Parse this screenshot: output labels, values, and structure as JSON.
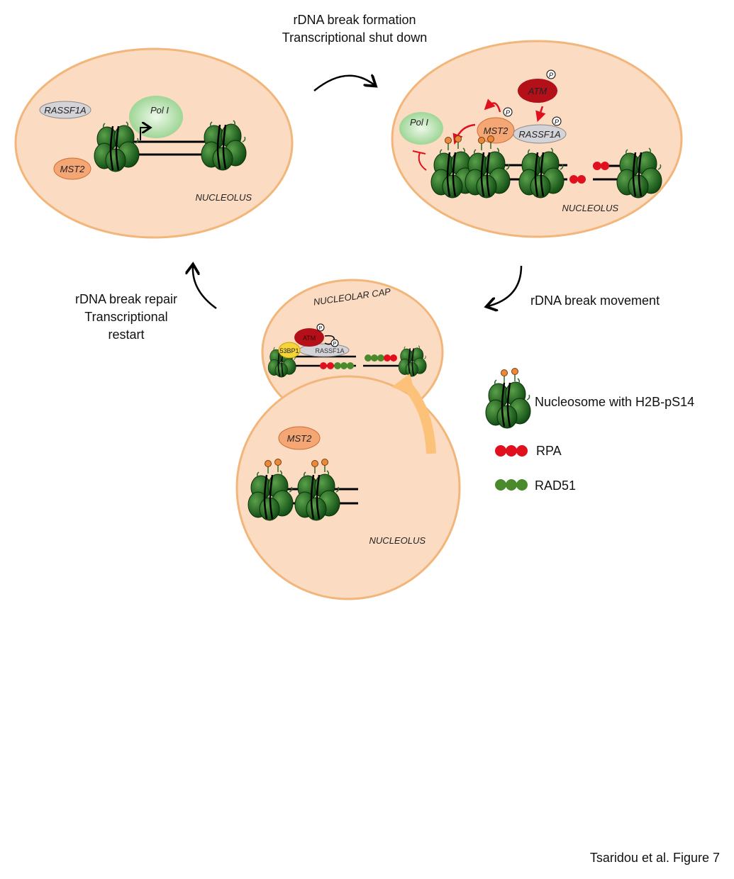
{
  "steps": {
    "top_line1": "rDNA break formation",
    "top_line2": "Transcriptional shut down",
    "right": "rDNA break  movement",
    "left_line1": "rDNA break repair",
    "left_line2": "Transcriptional",
    "left_line3": "restart"
  },
  "panel_normal": {
    "rassf1a": "RASSF1A",
    "mst2": "MST2",
    "pol1": "Pol I",
    "nucleolus": "NUCLEOLUS"
  },
  "panel_break": {
    "atm": "ATM",
    "mst2": "MST2",
    "rassf1a": "RASSF1A",
    "pol1": "Pol I",
    "nucleolus": "NUCLEOLUS",
    "p": "P"
  },
  "panel_cap": {
    "title": "NUCLEOLAR CAP",
    "atm": "ATM",
    "53bp1": "53BP1",
    "rassf1a": "RASSF1A",
    "p": "P"
  },
  "panel_bottom": {
    "mst2": "MST2",
    "nucleolus": "NUCLEOLUS"
  },
  "legend": [
    {
      "label": "Nucleosome with H2B-pS14",
      "icon": "nucleosome-icon"
    },
    {
      "label": "RPA",
      "icon": "rpa-dots",
      "color": "#e0101e"
    },
    {
      "label": "RAD51",
      "icon": "rad51-dots",
      "color": "#4a8a2c"
    }
  ],
  "caption": "Tsaridou et al. Figure 7",
  "colors": {
    "nucleolus": "#fbdcc2",
    "atm": "#b3101a",
    "mst2": "#f4a674",
    "rassf1a": "#d4d4d8",
    "pol1": "#a8d8a0",
    "53bp1": "#f5d33a"
  }
}
